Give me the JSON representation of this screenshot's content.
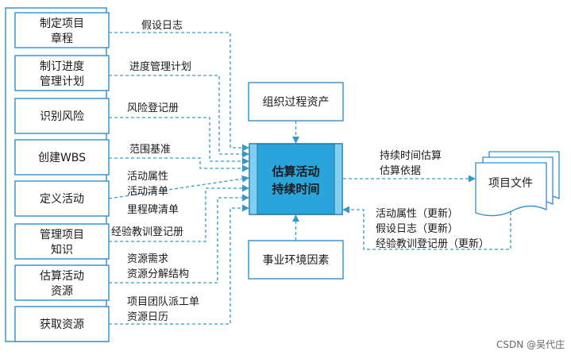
{
  "diagram": {
    "inputs": [
      {
        "id": "in1",
        "lines": [
          "制定项目",
          "章程"
        ],
        "arrow_labels": [
          "假设日志"
        ]
      },
      {
        "id": "in2",
        "lines": [
          "制订进度",
          "管理计划"
        ],
        "arrow_labels": [
          "进度管理计划"
        ]
      },
      {
        "id": "in3",
        "lines": [
          "识别风险"
        ],
        "arrow_labels": [
          "风险登记册"
        ]
      },
      {
        "id": "in4",
        "lines": [
          "创建WBS"
        ],
        "arrow_labels": [
          "范围基准"
        ]
      },
      {
        "id": "in5",
        "lines": [
          "定义活动"
        ],
        "arrow_labels": [
          "活动属性",
          "活动清单",
          "里程碑清单"
        ]
      },
      {
        "id": "in6",
        "lines": [
          "管理项目",
          "知识"
        ],
        "arrow_labels": [
          "经验教训登记册"
        ]
      },
      {
        "id": "in7",
        "lines": [
          "估算活动",
          "资源"
        ],
        "arrow_labels": [
          "资源需求",
          "资源分解结构"
        ]
      },
      {
        "id": "in8",
        "lines": [
          "获取资源"
        ],
        "arrow_labels": [
          "项目团队派工单",
          "资源日历"
        ]
      }
    ],
    "center": {
      "lines": [
        "估算活动",
        "持续时间"
      ]
    },
    "top": {
      "lines": [
        "组织过程资产"
      ]
    },
    "bottom": {
      "lines": [
        "事业环境因素"
      ]
    },
    "output": {
      "lines": [
        "项目文件"
      ]
    },
    "out_arrow_labels": [
      "持续时间估算",
      "估算依据"
    ],
    "back_arrow_labels": [
      "活动属性（更新）",
      "假设日志（更新）",
      "经验教训登记册（更新）"
    ],
    "watermark": "CSDN @吴代庄"
  },
  "colors": {
    "frame_blue": "#2e8fd2",
    "box_fill": "#ffffff",
    "center_fill": "#2aa5dc",
    "center_side": "#7fd0f0",
    "arrow": "#3399cc",
    "text": "#1a1a1a"
  }
}
